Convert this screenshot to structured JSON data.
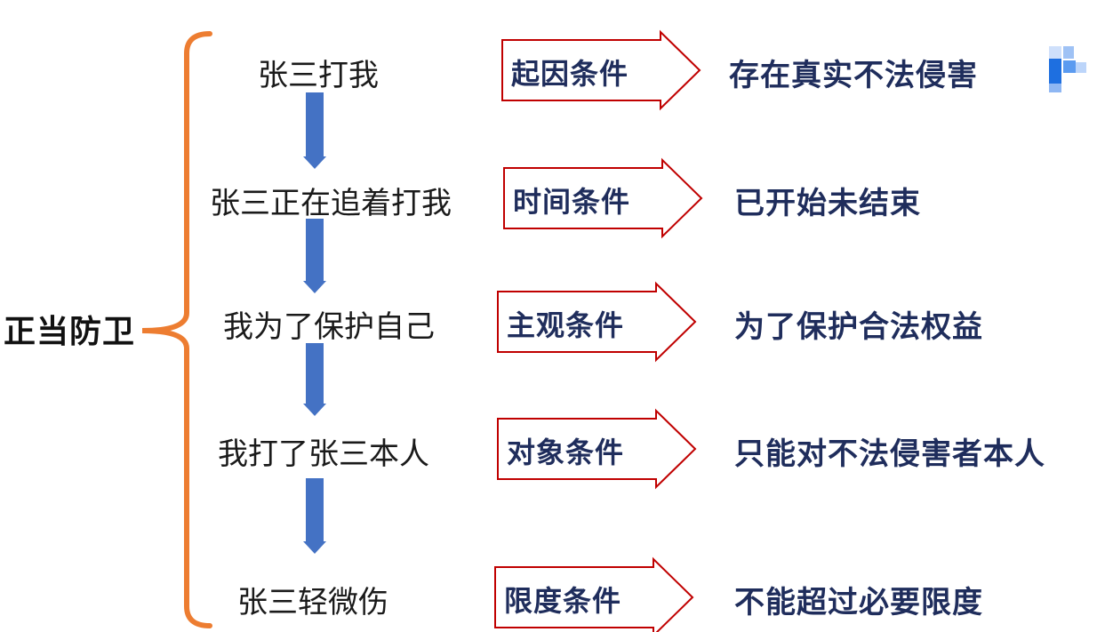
{
  "root": {
    "label": "正当防卫"
  },
  "steps": [
    {
      "scenario": "张三打我",
      "condition": "起因条件",
      "requirement": "存在真实不法侵害"
    },
    {
      "scenario": "张三正在追着打我",
      "condition": "时间条件",
      "requirement": "已开始未结束"
    },
    {
      "scenario": "我为了保护自己",
      "condition": "主观条件",
      "requirement": "为了保护合法权益"
    },
    {
      "scenario": "我打了张三本人",
      "condition": "对象条件",
      "requirement": "只能对不法侵害者本人"
    },
    {
      "scenario": "张三轻微伤",
      "condition": "限度条件",
      "requirement": "不能超过必要限度"
    }
  ],
  "colors": {
    "bracket": "#ED7D31",
    "flow_arrow": "#4472C4",
    "condition_arrow_stroke": "#C00000",
    "condition_text": "#1F2D5C",
    "requirement_text": "#1F2D5C",
    "logo": "#1E6FE0"
  },
  "icons": {
    "flow_arrow": "arrow-down-icon",
    "condition_arrow": "block-arrow-right-icon",
    "logo": "logo-icon"
  }
}
